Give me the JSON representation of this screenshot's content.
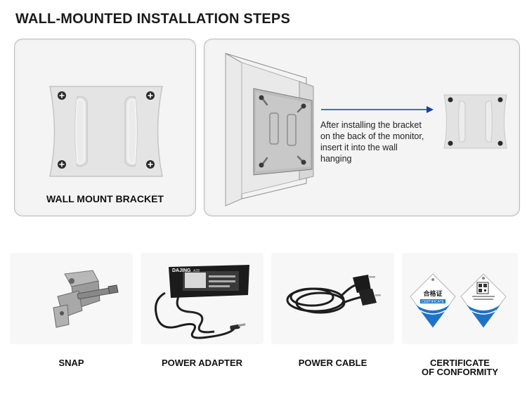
{
  "page": {
    "title": "WALL-MOUNTED INSTALLATION STEPS"
  },
  "bracket_panel": {
    "caption": "WALL MOUNT BRACKET"
  },
  "installation_panel": {
    "note_lines": [
      "After installing the bracket",
      "on the back of the monitor,",
      "insert it into the wall",
      "hanging"
    ]
  },
  "adapter_product": {
    "brand": "DAJING",
    "model": "A28"
  },
  "accessories": [
    {
      "label_lines": [
        "SNAP"
      ]
    },
    {
      "label_lines": [
        "POWER ADAPTER"
      ]
    },
    {
      "label_lines": [
        "POWER CABLE"
      ]
    },
    {
      "label_lines": [
        "CERTIFICATE",
        "OF CONFORMITY"
      ]
    }
  ],
  "certificate": {
    "left_tag_text": "合格证",
    "left_tag_subtext": "CERTIFICATE"
  },
  "colors": {
    "arrow": "#1a3fa8",
    "bracket": "#e4e4e4",
    "cert_blue": "#1e73c8"
  }
}
